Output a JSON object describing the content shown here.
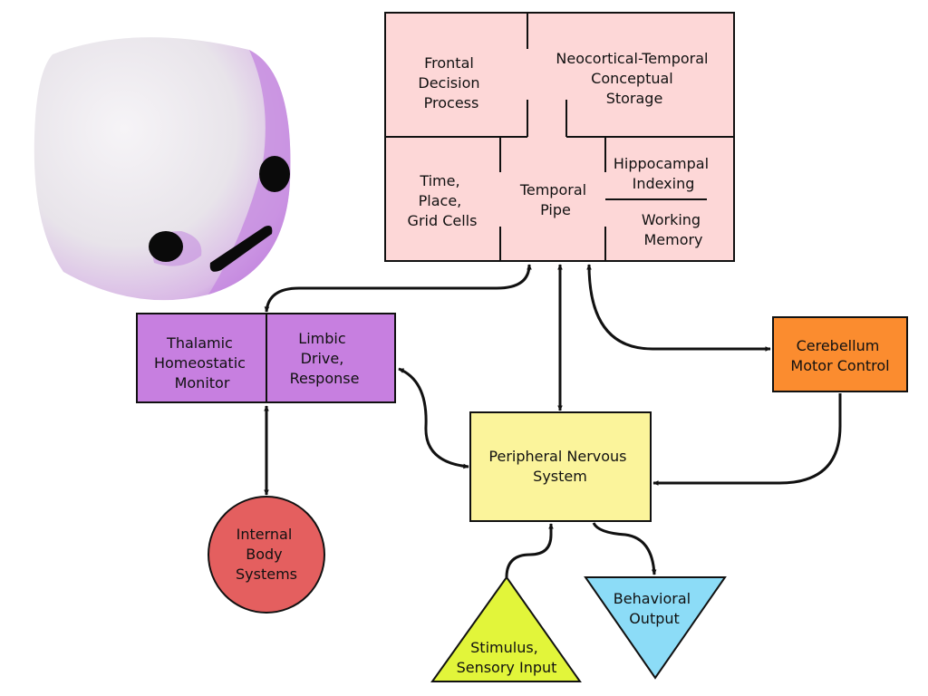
{
  "colors": {
    "cortex": "#fdd7d7",
    "thalamic": "#c77fe0",
    "cerebellum": "#fb8c2f",
    "pns": "#fbf49b",
    "body": "#e45f5f",
    "stimulus": "#e2f53a",
    "output": "#8cdcf7",
    "stroke": "#111111"
  },
  "cortex": {
    "frontal": [
      "Frontal",
      "Decision",
      "Process"
    ],
    "neocortical": [
      "Neocortical-Temporal",
      "Conceptual",
      "Storage"
    ],
    "time_place": [
      "Time,",
      "Place,",
      "Grid Cells"
    ],
    "temporal_pipe": [
      "Temporal",
      "Pipe"
    ],
    "hippocampal": [
      "Hippocampal",
      "Indexing"
    ],
    "working_memory": [
      "Working",
      "Memory"
    ]
  },
  "thalamic": [
    "Thalamic",
    "Homeostatic",
    "Monitor"
  ],
  "limbic": [
    "Limbic",
    "Drive,",
    "Response"
  ],
  "cerebellum": [
    "Cerebellum",
    "Motor Control"
  ],
  "pns": [
    "Peripheral Nervous",
    "System"
  ],
  "body": [
    "Internal",
    "Body",
    "Systems"
  ],
  "stimulus": [
    "Stimulus,",
    "Sensory Input"
  ],
  "output": [
    "Behavioral",
    "Output"
  ],
  "robot": {
    "icon": "robot-head-icon",
    "colors": {
      "face": "#ebe7ee",
      "accent": "#b564e0",
      "features": "#0a0a0a"
    }
  }
}
